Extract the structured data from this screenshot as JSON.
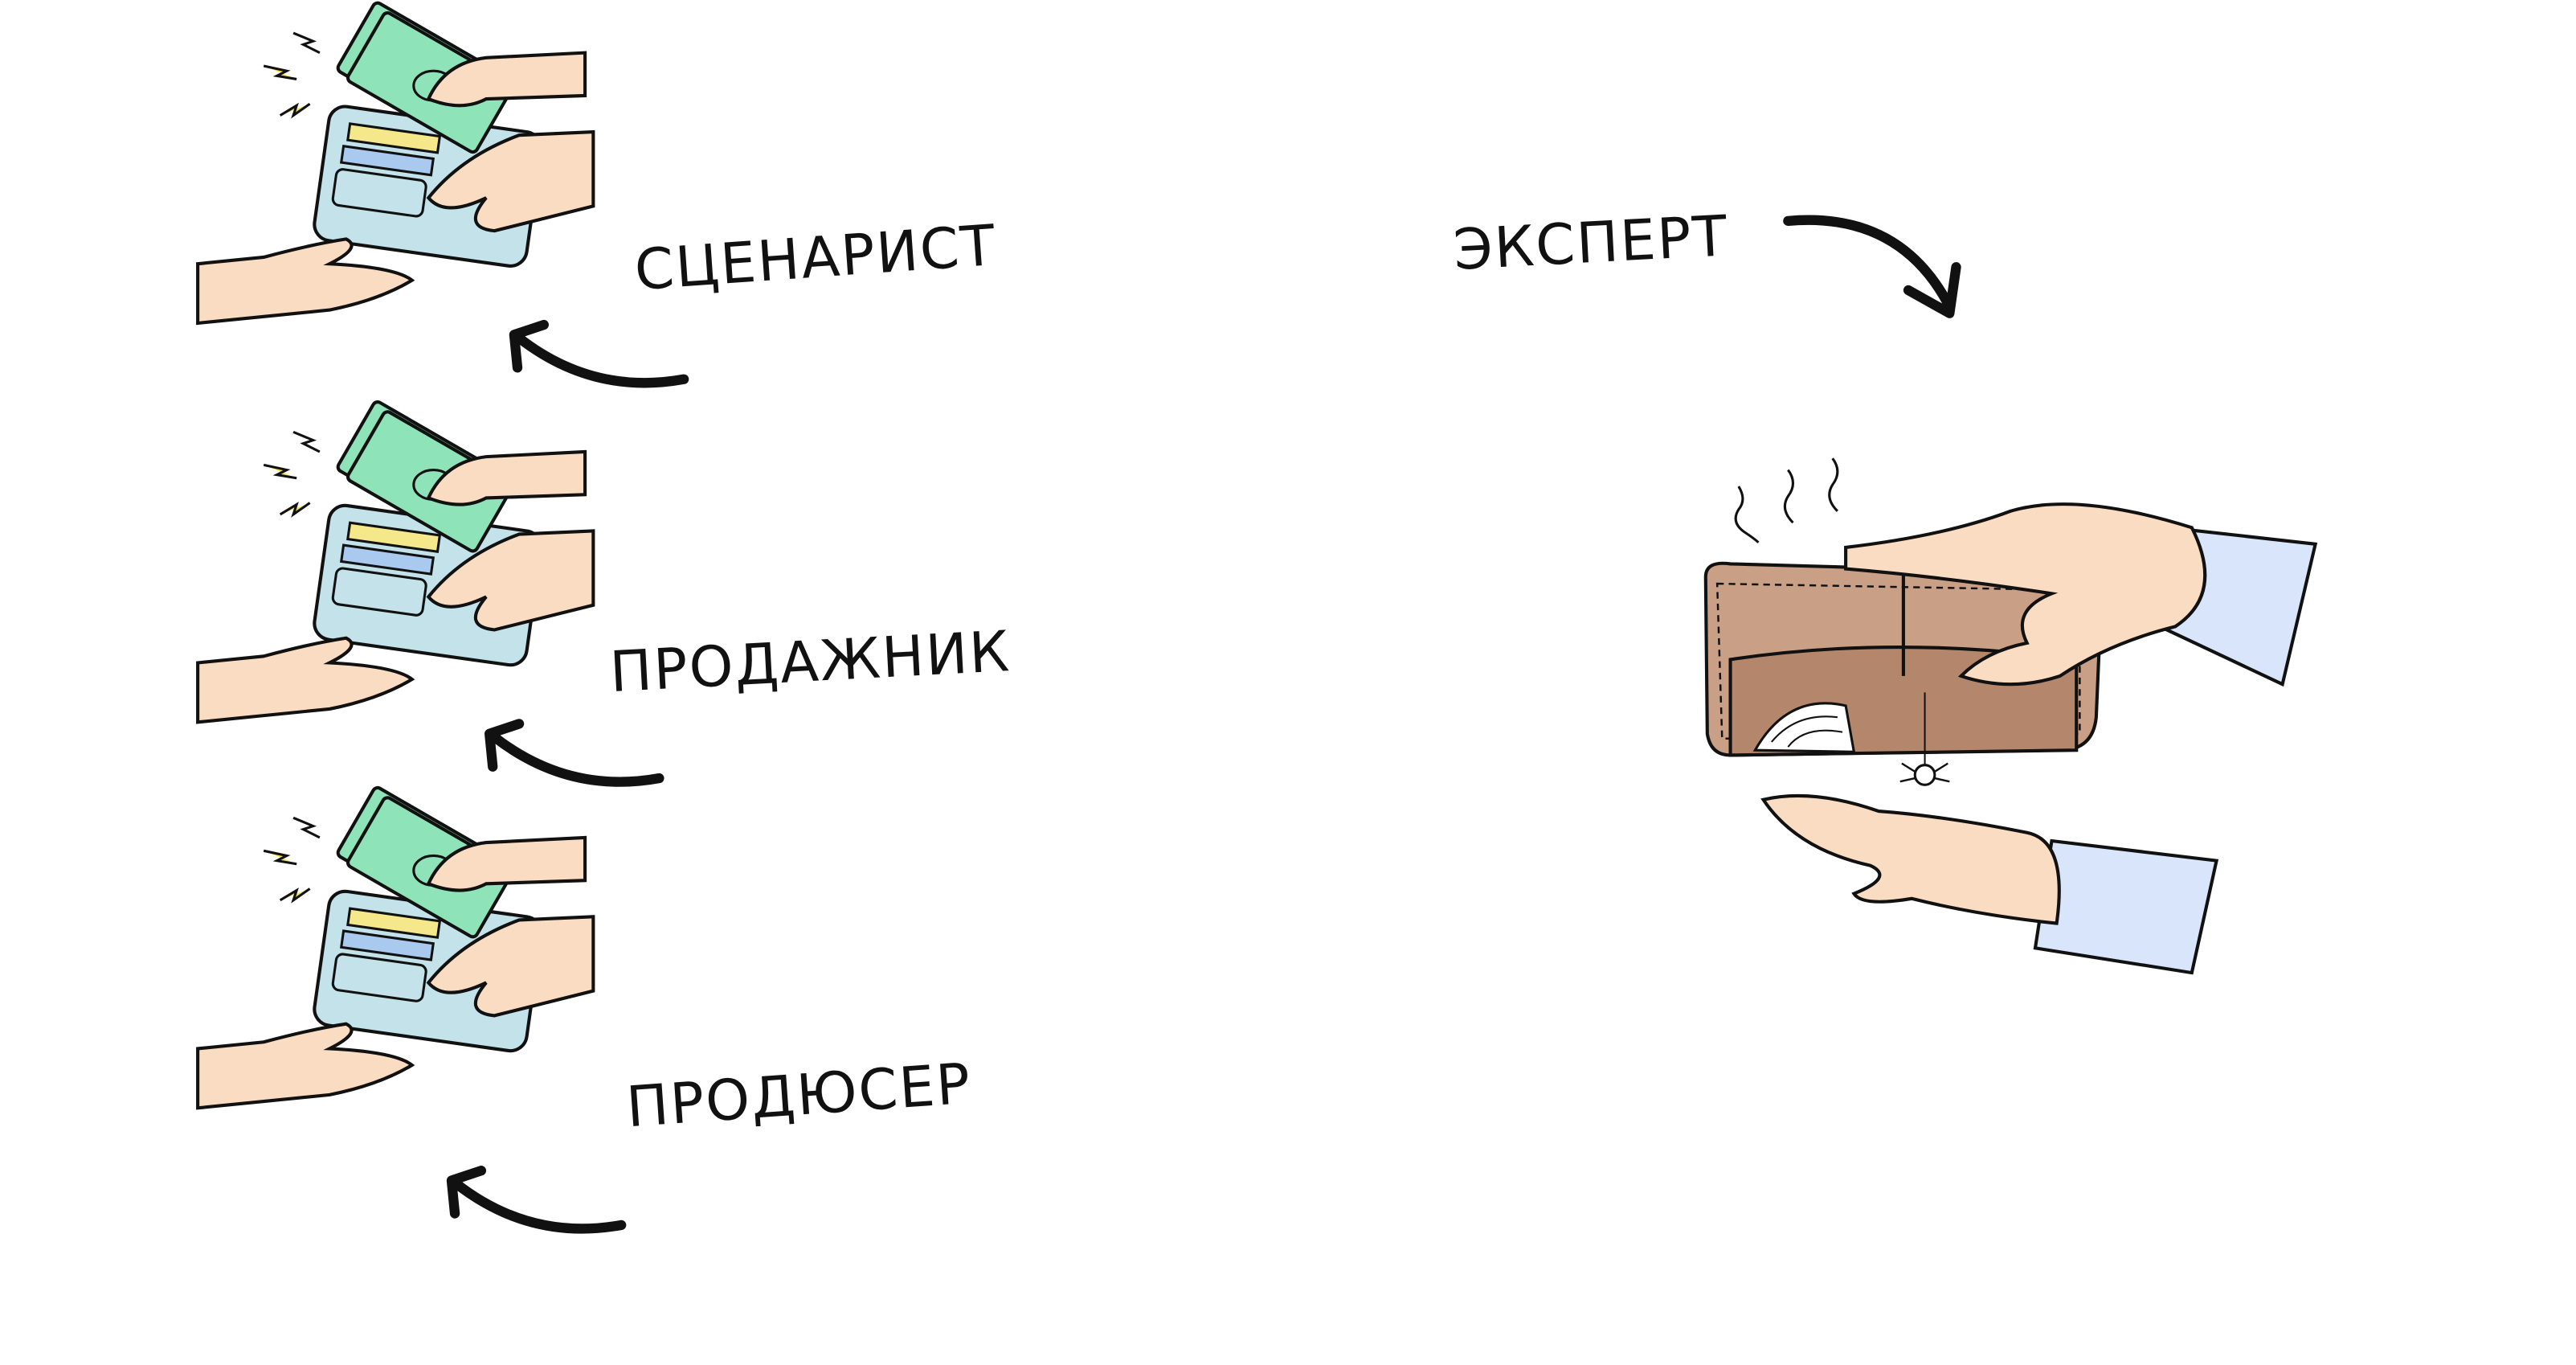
{
  "roles": [
    {
      "label": "СЦЕНАРИСТ",
      "state": "paid"
    },
    {
      "label": "ПРОДАЖНИК",
      "state": "paid"
    },
    {
      "label": "ПРОДЮСЕР",
      "state": "paid"
    }
  ],
  "expert": {
    "label": "ЭКСПЕРТ",
    "state": "empty-wallet"
  },
  "colors": {
    "skin": "#fadcc3",
    "wallet_blue": "#c3e2ea",
    "money": "#8fe3b8",
    "empty_wallet": "#c99f86",
    "sleeve": "#d8e5fb",
    "ink": "#111111",
    "bolt": "#f2e24a"
  }
}
